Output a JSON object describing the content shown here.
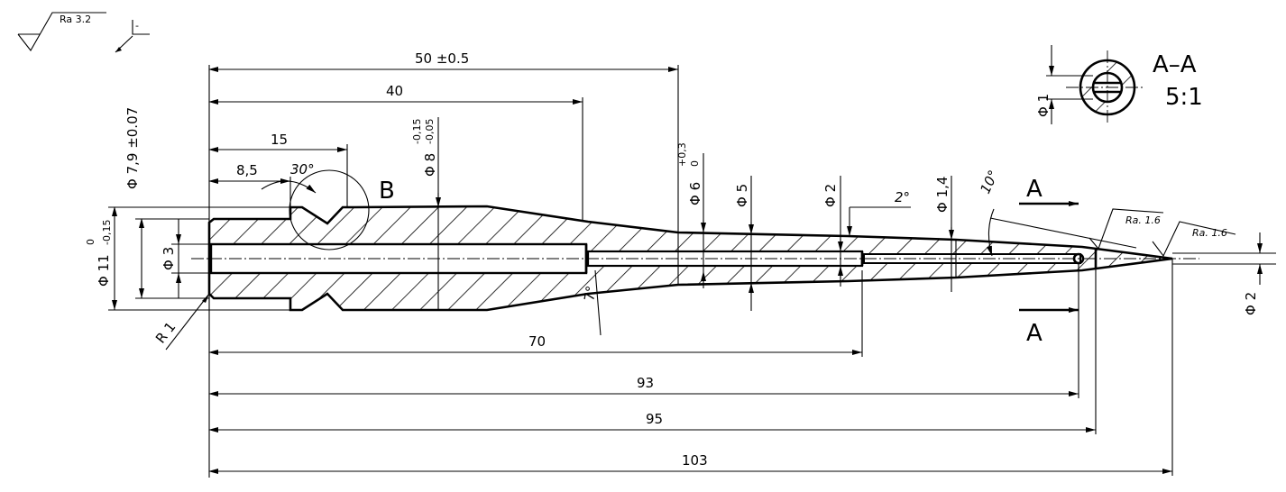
{
  "drawing": {
    "roughness_general": "Ra 3.2",
    "roughness_tip_1": "Ra. 1.6",
    "roughness_tip_2": "Ra. 1.6",
    "section_label": "A–A",
    "section_scale": "5:1",
    "section_hole_dim": "Φ 1",
    "detail_label": "B",
    "cut_label_top": "A",
    "cut_label_bottom": "A",
    "radius_label": "R 1",
    "taper_angle_1": "7°",
    "taper_angle_2": "2°",
    "tip_angle": "10°",
    "groove_angle": "30°"
  },
  "dimensions": {
    "len_50": "50 ±0.5",
    "len_40": "40",
    "len_15": "15",
    "len_8_5": "8,5",
    "len_70": "70",
    "len_93": "93",
    "len_95": "95",
    "len_103": "103",
    "dia_11_main": "Φ 11",
    "dia_11_tol_up": "0",
    "dia_11_tol_low": "-0,15",
    "dia_7_9": "Φ 7,9 ±0.07",
    "dia_8_main": "Φ 8",
    "dia_8_tol_up": "-0,15",
    "dia_8_tol_low": "-0,05",
    "dia_6_main": "Φ 6",
    "dia_6_tol_up": "+0,3",
    "dia_6_tol_low": "0",
    "dia_5": "Φ 5",
    "dia_3": "Φ 3",
    "dia_2_inner": "Φ 2",
    "dia_1_4": "Φ 1,4",
    "dia_2_tip": "Φ 2"
  }
}
